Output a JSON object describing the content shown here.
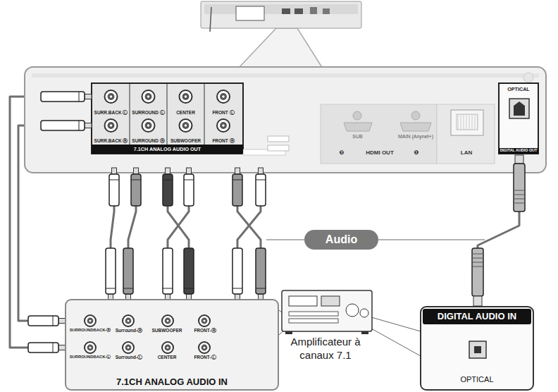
{
  "diagram": {
    "nodes": [
      {
        "text": [
          "7.1CH ANALOG AUDIO OUT"
        ]
      },
      {
        "text": [
          "SURR.BACK Ⓛ"
        ],
        "in": 0
      },
      {
        "text": [
          "SURROUND Ⓛ"
        ],
        "in": 0
      },
      {
        "text": [
          "CENTER"
        ],
        "in": 0
      },
      {
        "text": [
          "FRONT Ⓛ"
        ],
        "in": 0
      },
      {
        "text": [
          "SURR.BACK Ⓡ"
        ],
        "in": 0
      },
      {
        "text": [
          "SURROUND Ⓡ"
        ],
        "in": 0
      },
      {
        "text": [
          "SUBWOOFER"
        ],
        "in": 0
      },
      {
        "text": [
          "FRONT Ⓡ"
        ],
        "in": 0
      },
      {
        "text": [
          "OPTICAL",
          "DIGITAL AUDIO OUT"
        ]
      },
      {
        "text": [
          "7.1CH ANALOG AUDIO IN"
        ]
      },
      {
        "text": [
          "SURROUNDBACK-Ⓡ"
        ],
        "in": 10
      },
      {
        "text": [
          "Surround-Ⓡ"
        ],
        "in": 10
      },
      {
        "text": [
          "SUBWOOFER"
        ],
        "in": 10
      },
      {
        "text": [
          "FRONT-Ⓡ"
        ],
        "in": 10
      },
      {
        "text": [
          "SURROUNDBACK-Ⓛ"
        ],
        "in": 10
      },
      {
        "text": [
          "Surround-Ⓛ"
        ],
        "in": 10
      },
      {
        "text": [
          "CENTER"
        ],
        "in": 10
      },
      {
        "text": [
          "FRONT-Ⓛ"
        ],
        "in": 10
      },
      {
        "text": [
          "DIGITAL AUDIO IN",
          "OPTICAL"
        ]
      }
    ],
    "edges": [
      {
        "from": 1,
        "to": 15,
        "arrow": "none"
      },
      {
        "from": 5,
        "to": 11,
        "arrow": "none"
      },
      {
        "from": 2,
        "to": 16,
        "arrow": "none"
      },
      {
        "from": 6,
        "to": 12,
        "arrow": "none"
      },
      {
        "from": 3,
        "to": 17,
        "arrow": "none"
      },
      {
        "from": 7,
        "to": 13,
        "arrow": "none"
      },
      {
        "from": 4,
        "to": 18,
        "arrow": "none"
      },
      {
        "from": 8,
        "to": 14,
        "arrow": "none"
      },
      {
        "from": 9,
        "to": 19,
        "arrow": "none"
      }
    ],
    "labels": [
      "SUB",
      "MAIN (Anynet+)",
      "❷",
      "HDMI OUT",
      "❶",
      "LAN",
      "Audio",
      "Amplificateur à canaux 7.1"
    ]
  }
}
